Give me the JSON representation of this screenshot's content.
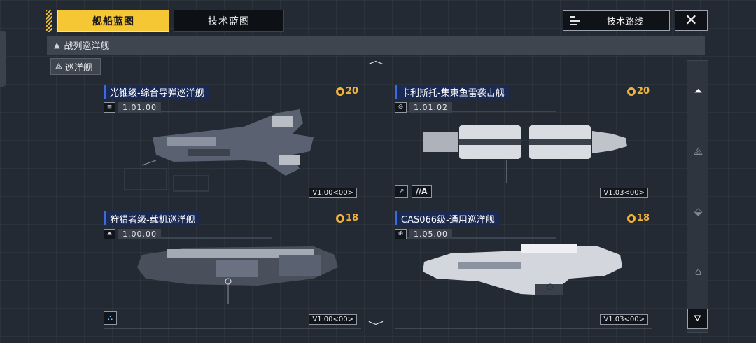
{
  "tabs": {
    "ship_blueprint": "舰船蓝图",
    "tech_blueprint": "技术蓝图"
  },
  "tech_route": {
    "label": "技术路线"
  },
  "close": {
    "glyph": "✕"
  },
  "category": {
    "title": "战列巡洋舰"
  },
  "subcategory": {
    "label": "巡洋舰"
  },
  "ships": [
    {
      "name": "光锥级-综合导弹巡洋舰",
      "cost": "20",
      "version": "1.01.00",
      "tag": "V1.00<00>"
    },
    {
      "name": "卡利斯托-集束鱼雷袭击舰",
      "cost": "20",
      "version": "1.01.02",
      "tag": "V1.03<00>",
      "badge": "//A"
    },
    {
      "name": "狩猎者级-载机巡洋舰",
      "cost": "18",
      "version": "1.00.00",
      "tag": "V1.00<00>"
    },
    {
      "name": "CAS066级-通用巡洋舰",
      "cost": "18",
      "version": "1.05.00",
      "tag": "V1.03<00>"
    }
  ],
  "colors": {
    "accent": "#f6c735",
    "cost": "#f3b43a",
    "title_bg": "#1b2a52",
    "background": "#232a33"
  }
}
